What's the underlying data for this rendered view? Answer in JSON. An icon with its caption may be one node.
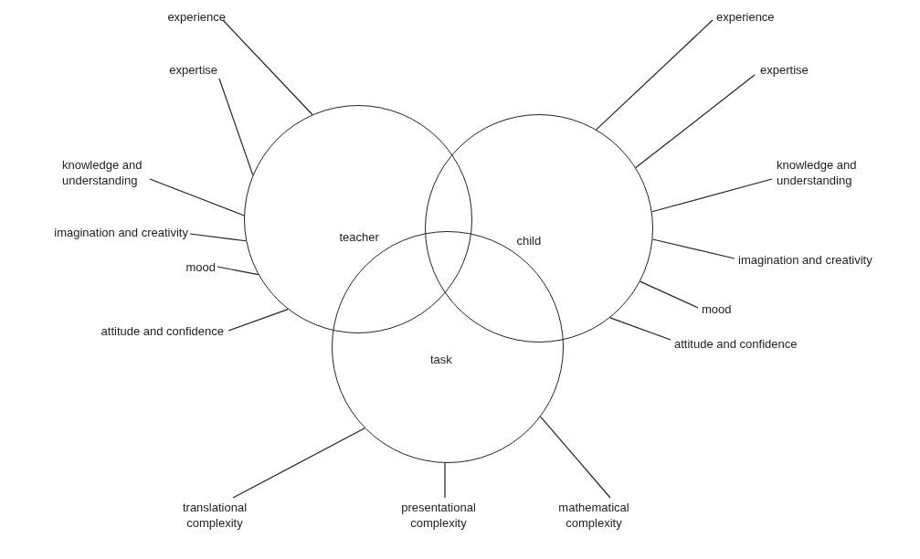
{
  "diagram": {
    "nodes": [
      {
        "text": [
          "teacher"
        ]
      },
      {
        "text": [
          "child"
        ]
      },
      {
        "text": [
          "task"
        ]
      },
      {
        "text": [
          "experience"
        ]
      },
      {
        "text": [
          "expertise"
        ]
      },
      {
        "text": [
          "knowledge and understanding"
        ]
      },
      {
        "text": [
          "imagination and creativity"
        ]
      },
      {
        "text": [
          "mood"
        ]
      },
      {
        "text": [
          "attitude and confidence"
        ]
      },
      {
        "text": [
          "experience"
        ]
      },
      {
        "text": [
          "expertise"
        ]
      },
      {
        "text": [
          "knowledge and understanding"
        ]
      },
      {
        "text": [
          "imagination and creativity"
        ]
      },
      {
        "text": [
          "mood"
        ]
      },
      {
        "text": [
          "attitude and confidence"
        ]
      },
      {
        "text": [
          "translational complexity"
        ]
      },
      {
        "text": [
          "presentational complexity"
        ]
      },
      {
        "text": [
          "mathematical complexity"
        ]
      }
    ],
    "edges": [
      {
        "from": 3,
        "to": 0,
        "arrow": "none"
      },
      {
        "from": 4,
        "to": 0,
        "arrow": "none"
      },
      {
        "from": 5,
        "to": 0,
        "arrow": "none"
      },
      {
        "from": 6,
        "to": 0,
        "arrow": "none"
      },
      {
        "from": 7,
        "to": 0,
        "arrow": "none"
      },
      {
        "from": 8,
        "to": 0,
        "arrow": "none"
      },
      {
        "from": 9,
        "to": 1,
        "arrow": "none"
      },
      {
        "from": 10,
        "to": 1,
        "arrow": "none"
      },
      {
        "from": 11,
        "to": 1,
        "arrow": "none"
      },
      {
        "from": 12,
        "to": 1,
        "arrow": "none"
      },
      {
        "from": 13,
        "to": 1,
        "arrow": "none"
      },
      {
        "from": 14,
        "to": 1,
        "arrow": "none"
      },
      {
        "from": 15,
        "to": 2,
        "arrow": "none"
      },
      {
        "from": 16,
        "to": 2,
        "arrow": "none"
      },
      {
        "from": 17,
        "to": 2,
        "arrow": "none"
      }
    ]
  }
}
